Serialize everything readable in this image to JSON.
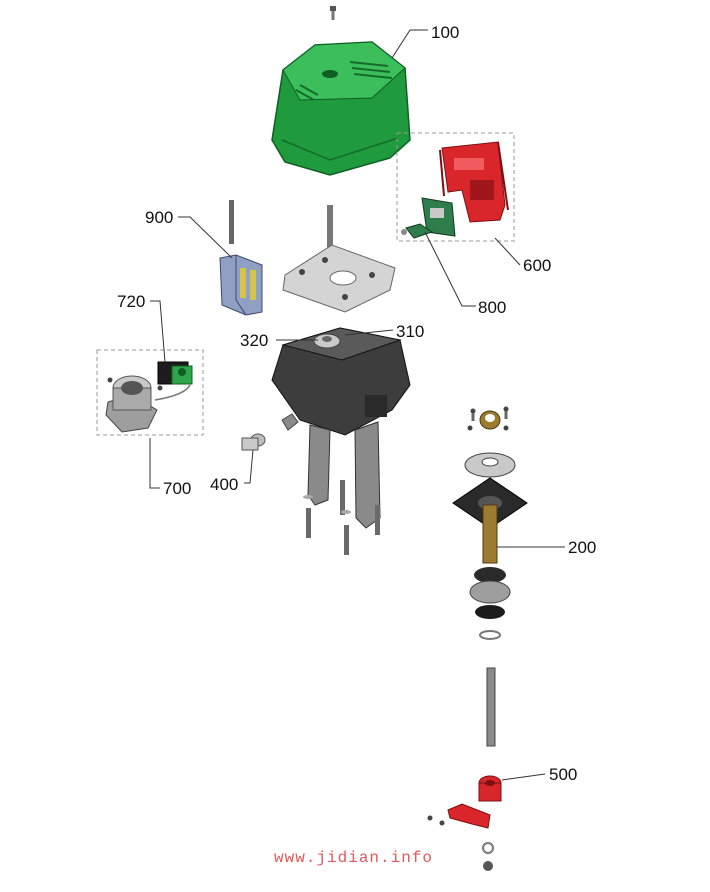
{
  "callouts": {
    "c100": "100",
    "c600": "600",
    "c800": "800",
    "c900": "900",
    "c720": "720",
    "c320": "320",
    "c310": "310",
    "c700": "700",
    "c400": "400",
    "c200": "200",
    "c500": "500"
  },
  "watermark": "www.jidian.info",
  "colors": {
    "cover_green": "#1f9a3c",
    "bracket_red": "#d8262b",
    "pcb_green": "#2e7d4a",
    "housing_dark": "#3d3d3d",
    "metal_gray": "#b9b9b9",
    "bronze": "#9c7a2e"
  }
}
